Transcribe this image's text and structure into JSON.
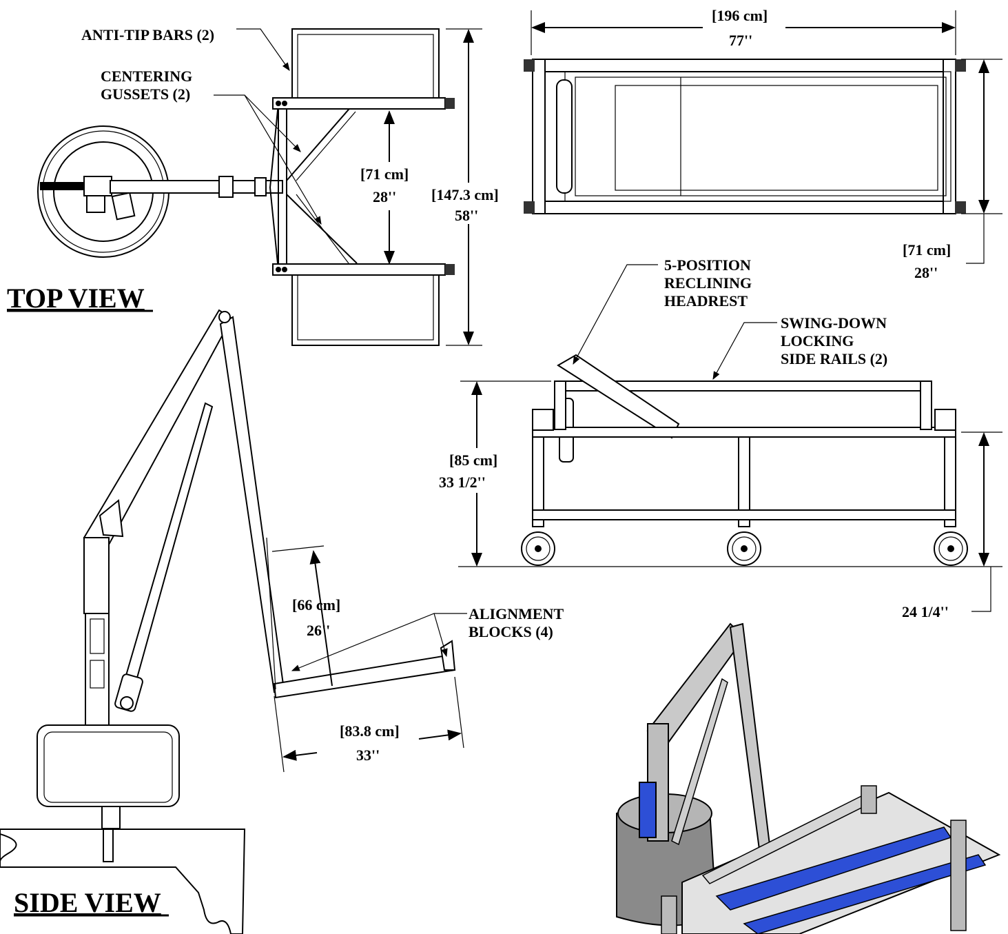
{
  "views": {
    "top": "TOP VIEW",
    "side": "SIDE VIEW"
  },
  "callouts": {
    "anti_tip": "ANTI-TIP BARS (2)",
    "gussets_1": "CENTERING",
    "gussets_2": "GUSSETS (2)",
    "headrest_1": "5-POSITION",
    "headrest_2": "RECLINING",
    "headrest_3": "HEADREST",
    "rails_1": "SWING-DOWN",
    "rails_2": "LOCKING",
    "rails_3": "SIDE RAILS (2)",
    "align_1": "ALIGNMENT",
    "align_2": "BLOCKS (4)"
  },
  "dimensions": {
    "gap_cm": "[71 cm]",
    "gap_in": "28''",
    "base_cm": "[147.3 cm]",
    "base_in": "58''",
    "length_cm": "[196 cm]",
    "length_in": "77''",
    "width_cm": "[71 cm]",
    "width_in": "28''",
    "height_cm": "[85 cm]",
    "height_in": "33 1/2''",
    "lower_in": "24 1/4''",
    "seat_back_cm": "[66 cm]",
    "seat_back_in": "26''",
    "seat_len_cm": "[83.8 cm]",
    "seat_len_in": "33''"
  }
}
